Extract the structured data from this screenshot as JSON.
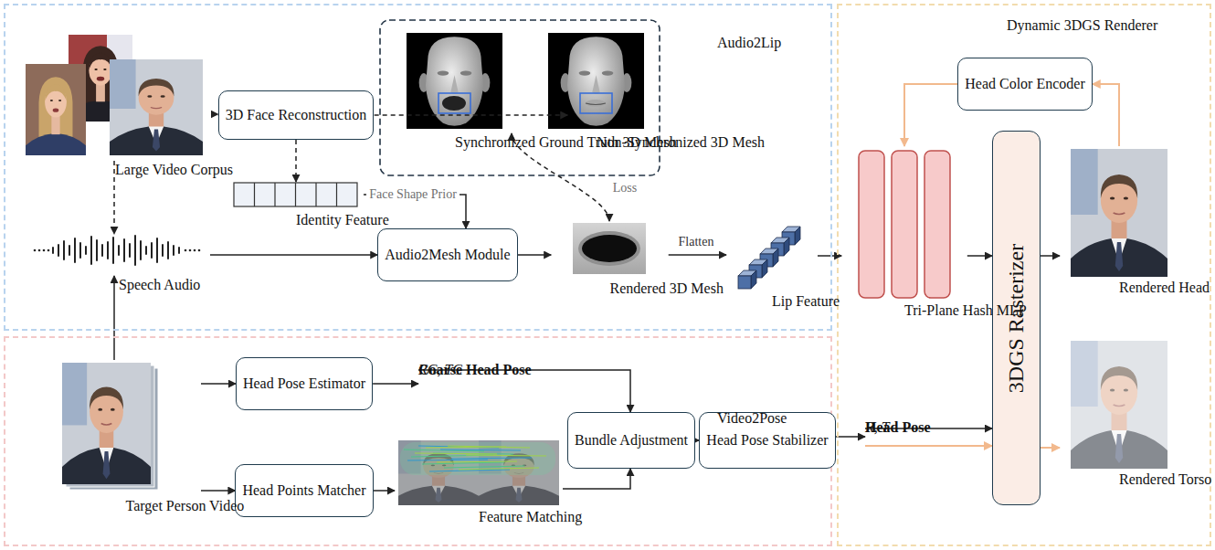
{
  "diagram": {
    "nodes": [
      {
        "text": [
          "Audio2Lip"
        ]
      },
      {
        "text": [
          "Large Video Corpus"
        ],
        "in": 0
      },
      {
        "text": [
          "3D Face Reconstruction"
        ],
        "in": 0
      },
      {
        "text": [
          "Synchronized Ground Truth 3D Mesh"
        ],
        "in": 0
      },
      {
        "text": [
          "Non-Synchronized 3D Mesh"
        ],
        "in": 0
      },
      {
        "text": [
          "Identity Feature"
        ],
        "in": 0
      },
      {
        "text": [
          "Speech Audio"
        ],
        "in": 0
      },
      {
        "text": [
          "Audio2Mesh Module"
        ],
        "in": 0
      },
      {
        "text": [
          "Rendered 3D Mesh"
        ],
        "in": 0
      },
      {
        "text": [
          "Lip Feature"
        ],
        "in": 0
      },
      {
        "text": [
          "Video2Pose"
        ]
      },
      {
        "text": [
          "Target Person Video"
        ],
        "in": 10
      },
      {
        "text": [
          "Head Pose Estimator"
        ],
        "in": 10
      },
      {
        "text": [
          "Head Points Matcher"
        ],
        "in": 10
      },
      {
        "text": [
          "Coarse Head Pose",
          "RC, TC"
        ],
        "in": 10
      },
      {
        "text": [
          "Feature Matching"
        ],
        "in": 10
      },
      {
        "text": [
          "Bundle Adjustment"
        ],
        "in": 10
      },
      {
        "text": [
          "Head Pose Stabilizer"
        ],
        "in": 10
      },
      {
        "text": [
          "Dynamic 3DGS Renderer"
        ]
      },
      {
        "text": [
          "Head Color Encoder"
        ],
        "in": 18
      },
      {
        "text": [
          "Tri-Plane Hash MLP"
        ],
        "in": 18
      },
      {
        "text": [
          "3DGS Rasterizer"
        ],
        "in": 18
      },
      {
        "text": [
          "Head Pose",
          "R, T"
        ],
        "in": 18
      },
      {
        "text": [
          "Rendered Head"
        ],
        "in": 18
      },
      {
        "text": [
          "Rendered Torso"
        ],
        "in": 18
      }
    ],
    "edges": [
      {
        "from": 1,
        "to": 2,
        "arrow": "to"
      },
      {
        "from": 2,
        "to": 3,
        "arrow": "to"
      },
      {
        "from": 2,
        "to": 5,
        "arrow": "to"
      },
      {
        "from": 1,
        "to": 6,
        "arrow": "to"
      },
      {
        "from": 5,
        "to": 7,
        "label": "Face Shape Prior",
        "arrow": "to"
      },
      {
        "from": 6,
        "to": 7,
        "arrow": "to"
      },
      {
        "from": 7,
        "to": 8,
        "arrow": "to"
      },
      {
        "from": 8,
        "to": 9,
        "label": "Flatten",
        "arrow": "to"
      },
      {
        "from": 8,
        "to": 3,
        "label": "Loss",
        "arrow": "both"
      },
      {
        "from": 9,
        "to": 20,
        "arrow": "to"
      },
      {
        "from": 11,
        "to": 6,
        "arrow": "to"
      },
      {
        "from": 11,
        "to": 12,
        "arrow": "to"
      },
      {
        "from": 11,
        "to": 13,
        "arrow": "to"
      },
      {
        "from": 12,
        "to": 14,
        "arrow": "to"
      },
      {
        "from": 14,
        "to": 16,
        "arrow": "to"
      },
      {
        "from": 13,
        "to": 15,
        "arrow": "to"
      },
      {
        "from": 15,
        "to": 16,
        "arrow": "to"
      },
      {
        "from": 16,
        "to": 17,
        "arrow": "to"
      },
      {
        "from": 17,
        "to": 22,
        "arrow": "to"
      },
      {
        "from": 22,
        "to": 21,
        "arrow": "to"
      },
      {
        "from": 22,
        "to": 21,
        "arrow": "to"
      },
      {
        "from": 20,
        "to": 21,
        "arrow": "to"
      },
      {
        "from": 21,
        "to": 23,
        "arrow": "to"
      },
      {
        "from": 21,
        "to": 24,
        "arrow": "to"
      },
      {
        "from": 23,
        "to": 19,
        "arrow": "to"
      },
      {
        "from": 19,
        "to": 20,
        "arrow": "to"
      }
    ]
  }
}
